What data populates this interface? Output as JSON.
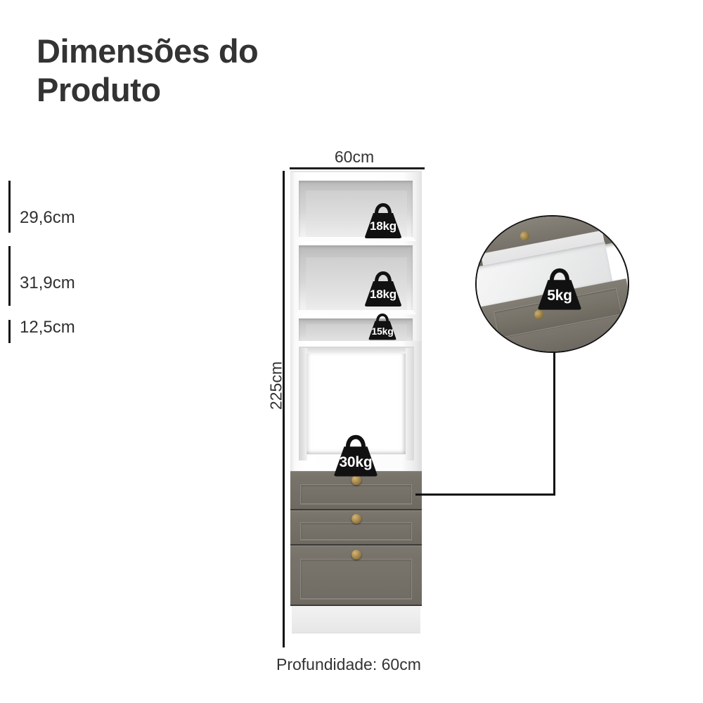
{
  "page": {
    "title": "Dimensões do\nProduto",
    "background_color": "#ffffff",
    "text_color": "#333333"
  },
  "diagram": {
    "product_type": "kitchen-tall-cabinet",
    "width_dimension": {
      "label": "60cm",
      "name": "width"
    },
    "height_dimension": {
      "label": "225cm",
      "name": "height"
    },
    "depth_caption": "Profundidade: 60cm",
    "shelves": [
      {
        "height_label": "29,6cm",
        "weight_label": "18kg"
      },
      {
        "height_label": "31,9cm",
        "weight_label": "18kg"
      },
      {
        "height_label": "12,5cm",
        "weight_label": "15kg"
      }
    ],
    "niche": {
      "weight_label": "30kg"
    },
    "drawers": [
      {
        "name": "top-drawer"
      },
      {
        "name": "middle-drawer"
      },
      {
        "name": "bottom-drawer"
      }
    ],
    "detail_callout": {
      "subject": "open-drawer",
      "weight_label": "5kg"
    },
    "colors": {
      "cabinet_white": "#ffffff",
      "drawer_gray": "#757167",
      "knob_brass": "#a08547",
      "line_black": "#111111",
      "shelf_interior": "#d6d6d6"
    }
  }
}
